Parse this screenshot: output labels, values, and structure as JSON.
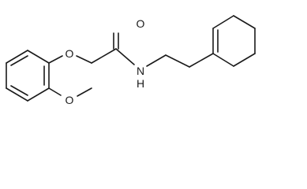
{
  "molecule": {
    "atoms": {
      "ether_oxygen": "O",
      "carbonyl_oxygen": "O",
      "amide_nitrogen": "N",
      "amide_hydrogen": "H",
      "methoxy_oxygen": "O"
    }
  }
}
